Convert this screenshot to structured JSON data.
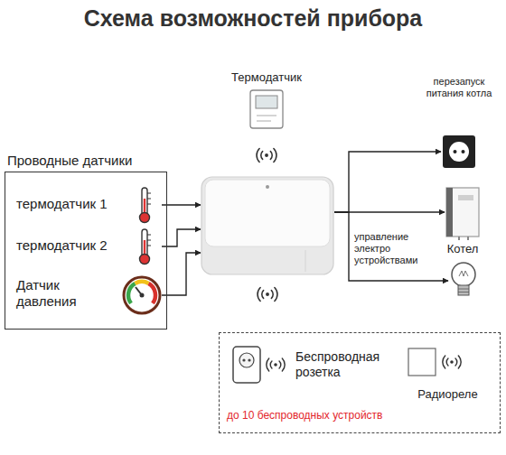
{
  "diagram": {
    "title": "Схема возможностей прибора",
    "nodes": [
      {
        "text": [
          "Проводные датчики"
        ]
      },
      {
        "text": [
          "термодатчик 1"
        ],
        "in": 0
      },
      {
        "text": [
          "термодатчик 2"
        ],
        "in": 0
      },
      {
        "text": [
          "Датчик давления"
        ],
        "in": 0
      },
      {
        "text": [
          "Термодатчик"
        ]
      },
      {
        "text": []
      },
      {
        "text": [
          "перезапуск питания котла"
        ]
      },
      {
        "text": [
          "Котел"
        ]
      },
      {
        "text": []
      },
      {
        "text": [
          "до 10 беспроводных устройств"
        ]
      },
      {
        "text": [
          "Беспроводная розетка"
        ],
        "in": 9
      },
      {
        "text": [
          "Радиореле"
        ],
        "in": 9
      }
    ],
    "edges": [
      {
        "from": 1,
        "to": 5,
        "arrow": "to"
      },
      {
        "from": 2,
        "to": 5,
        "arrow": "to"
      },
      {
        "from": 3,
        "to": 5,
        "arrow": "to"
      },
      {
        "from": 5,
        "to": 6,
        "arrow": "to"
      },
      {
        "from": 5,
        "to": 7,
        "arrow": "to"
      },
      {
        "from": 5,
        "to": 8,
        "arrow": "to",
        "label": "управление электро устройствами"
      }
    ]
  }
}
